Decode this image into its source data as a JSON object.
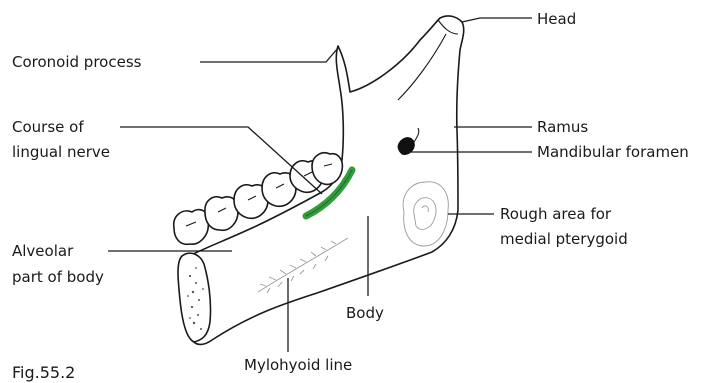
{
  "figure": {
    "caption": "Fig.55.2",
    "labels": {
      "head": "Head",
      "coronoid": "Coronoid process",
      "ramus": "Ramus",
      "mandibular_foramen": "Mandibular foramen",
      "lingual_line1": "Course of",
      "lingual_line2": "lingual nerve",
      "rough_line1": "Rough area for",
      "rough_line2": "medial pterygoid",
      "alveolar_line1": "Alveolar",
      "alveolar_line2": "part of body",
      "body": "Body",
      "mylohyoid": "Mylohyoid line"
    },
    "colors": {
      "lingual_nerve": "#2f9e3a",
      "outline": "#1a1a1a"
    }
  }
}
